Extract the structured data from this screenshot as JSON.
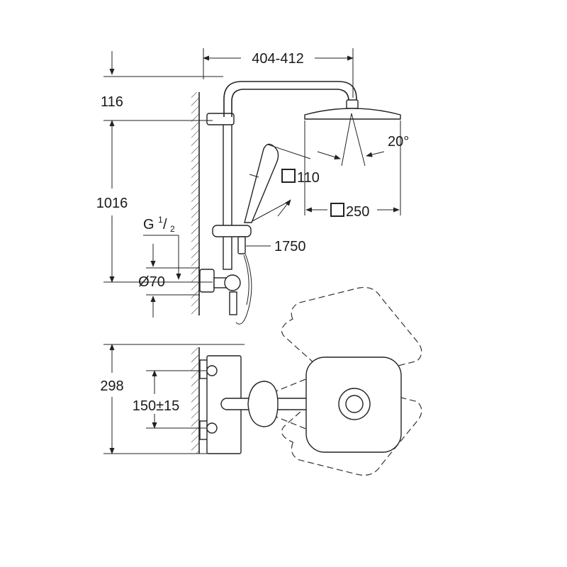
{
  "dimensions": {
    "width_arm": "404-412",
    "height_top": "116",
    "height_bar": "1016",
    "thread": "G",
    "thread_num": "1",
    "thread_den": "2",
    "diameter_flange": "Ø70",
    "hand_shower": "110",
    "head_shower": "250",
    "angle": "20°",
    "hose_length": "1750",
    "depth": "298",
    "spacing": "150±15"
  },
  "colors": {
    "line": "#222222",
    "background": "#ffffff"
  }
}
